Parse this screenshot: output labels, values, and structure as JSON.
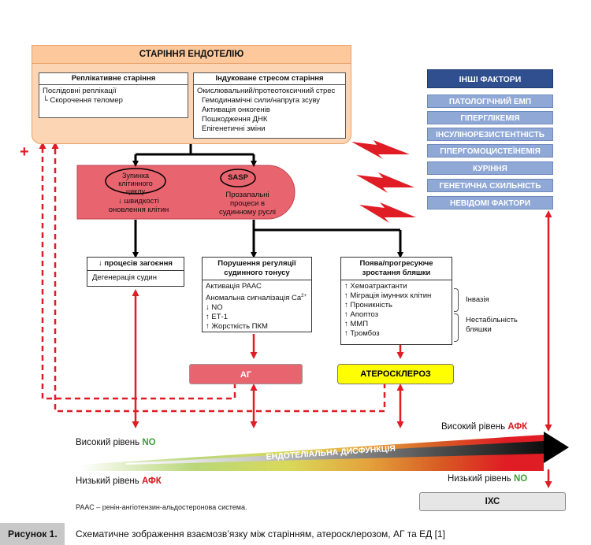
{
  "title": "СТАРІННЯ ЕНДОТЕЛІЮ",
  "replicative": {
    "header": "Реплікативне старіння",
    "lines": [
      "Послідовні реплікації",
      "└ Скорочення теломер"
    ]
  },
  "stress": {
    "header": "Індуковане стресом старіння",
    "lines": [
      "Окислювальний/протеотоксичний стрес",
      "Гемодинамічні сили/напруга зсуву",
      "Активація онкогенів",
      "Пошкодження ДНК",
      "Епігенетичні зміни"
    ]
  },
  "plus_sign": "+",
  "capsule": {
    "arrest_oval": "Зупинка клітинного циклу",
    "arrest_text": "↓ швидкості оновлення клітин",
    "sasp_oval": "SASP",
    "sasp_text": "Прозапальні процеси в судинному руслі"
  },
  "healing": {
    "header": "↓ процесів загоєння",
    "lines": [
      "Дегенерація судин"
    ]
  },
  "tone": {
    "header": "Порушення регуляції судинного тонусу",
    "lines": [
      "Активація РААС",
      "Аномальна сигналізація Ca",
      "↓ NO",
      "↑ ЕТ-1",
      "↑ Жорсткість ПКМ"
    ],
    "superscript": "2+"
  },
  "plaque": {
    "header": "Поява/прогресуюче зростання бляшки",
    "lines": [
      "↑ Хемоатрактанти",
      "↑ Міграція імунних клітин",
      "↑ Проникність",
      "↑ Апоптоз",
      "↑ ММП",
      "↑ Тромбоз"
    ],
    "invasion": "Інвазія",
    "instability": "Нестабільність бляшки"
  },
  "other_factors": {
    "header": "ІНШІ ФАКТОРИ",
    "items": [
      "ПАТОЛОГІЧНИЙ ЕМП",
      "ГІПЕРГЛІКЕМІЯ",
      "ІНСУЛІНОРЕЗИСТЕНТНІСТЬ",
      "ГІПЕРГОМОЦИСТЕЇНЕМІЯ",
      "КУРІННЯ",
      "ГЕНЕТИЧНА СХИЛЬНІСТЬ",
      "НЕВІДОМІ ФАКТОРИ"
    ]
  },
  "ag": "АГ",
  "atherosclerosis": "АТЕРОСКЛЕРОЗ",
  "dysfunction": "ЕНДОТЕЛІАЛЬНА ДИСФУНКЦІЯ",
  "levels": {
    "high_no_prefix": "Високий рівень ",
    "high_no_value": "NO",
    "low_afk_prefix": "Низький рівень ",
    "low_afk_value": "АФК",
    "high_afk_prefix": "Високий рівень ",
    "high_afk_value": "АФК",
    "low_no_prefix": "Низький рівень ",
    "low_no_value": "NO"
  },
  "ihd": "ІХС",
  "footnote": "РААС – ренін-ангіотензин-альдостеронова система.",
  "caption": {
    "label": "Рисунок 1.",
    "text": "Схематичне зображення взаємозв’язку між старінням, атеросклерозом, АГ та ЕД [1]"
  },
  "colors": {
    "orange_fill": "#fcd5b4",
    "orange_border": "#e8a068",
    "capsule_red": "#e8646e",
    "arrow_red": "#e01c24",
    "navy": "#2f4f8f",
    "factor_blue": "#8fa8d6",
    "atero_yellow": "#ffff00",
    "green": "#3aa032",
    "afk_red": "#d8141c"
  }
}
